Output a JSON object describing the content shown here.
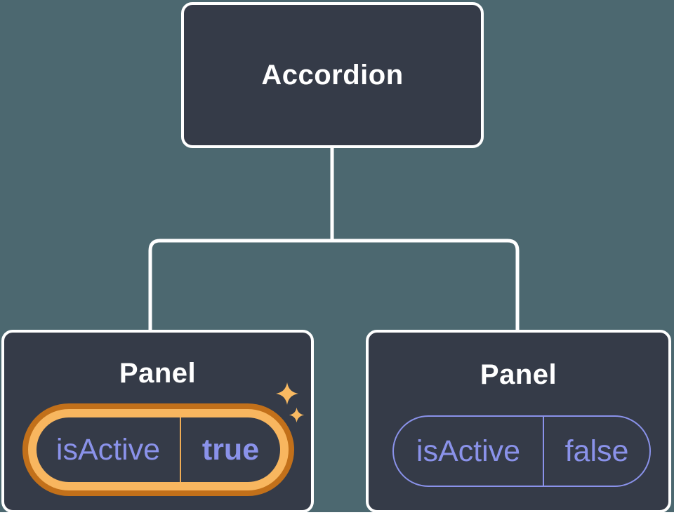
{
  "tree": {
    "root": {
      "label": "Accordion"
    },
    "children": [
      {
        "label": "Panel",
        "prop": {
          "name": "isActive",
          "value": "true"
        },
        "highlighted": true
      },
      {
        "label": "Panel",
        "prop": {
          "name": "isActive",
          "value": "false"
        },
        "highlighted": false
      }
    ]
  },
  "icons": {
    "sparkle_big": "sparkle-icon",
    "sparkle_small": "sparkle-icon"
  },
  "colors": {
    "page": "#ffffff",
    "background": "#4c6870",
    "node_fill": "#353b48",
    "node_border": "#ffffff",
    "node_text": "#ffffff",
    "prop_text": "#8a92ea",
    "prop_border": "#8a92ea",
    "highlight_outer": "#c2701a",
    "highlight_gold": "#f8b65f",
    "highlight_divider": "#efac55",
    "sparkle": "#f9ba62",
    "connector": "#ffffff"
  }
}
